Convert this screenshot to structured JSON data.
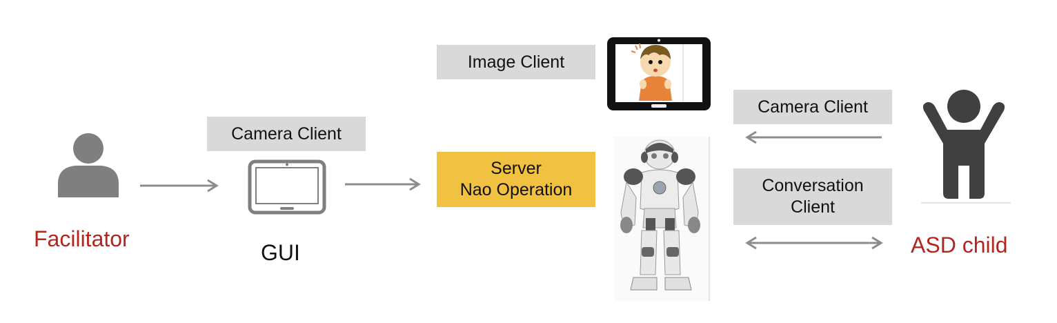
{
  "labels": {
    "facilitator": "Facilitator",
    "gui": "GUI",
    "asd_child": "ASD child"
  },
  "boxes": {
    "camera_client_left": "Camera Client",
    "image_client": "Image Client",
    "server_line1": "Server",
    "server_line2": "Nao Operation",
    "camera_client_right": "Camera Client",
    "conversation_line1": "Conversation",
    "conversation_line2": "Client"
  },
  "colors": {
    "label_red": "#b3261e",
    "box_grey": "#d9d9d9",
    "server_yellow": "#f1c142",
    "icon_grey": "#7f7f7f",
    "child_icon": "#404040",
    "arrow": "#8c8c8c"
  },
  "icons": [
    "person-icon",
    "tablet-icon",
    "tablet-with-child-icon",
    "nao-robot-icon",
    "child-arms-up-icon"
  ]
}
